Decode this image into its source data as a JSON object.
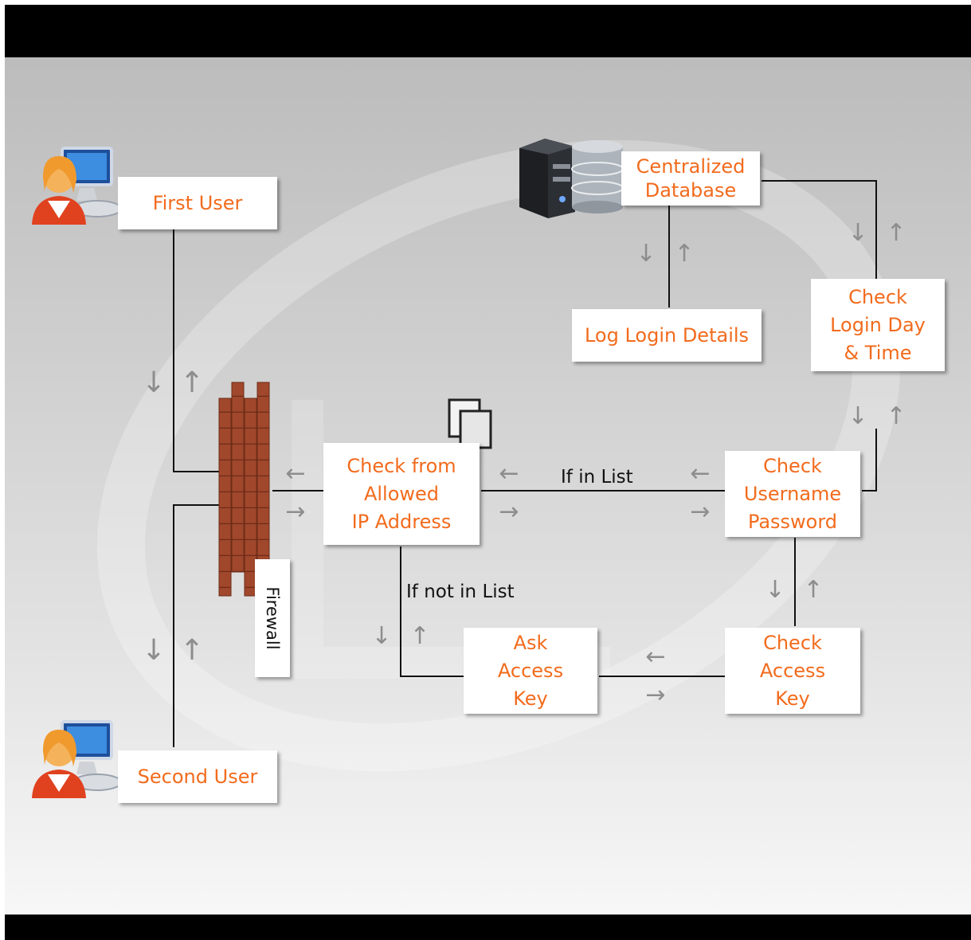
{
  "nodes": {
    "first_user": "First User",
    "second_user": "Second User",
    "centralized_database": "Centralized\nDatabase",
    "log_login_details": "Log Login Details",
    "check_login_day_time": "Check\nLogin Day\n& Time",
    "check_allowed_ip": "Check from\nAllowed\nIP Address",
    "check_username_password": "Check\nUsername\nPassword",
    "ask_access_key": "Ask\nAccess\nKey",
    "check_access_key": "Check\nAccess\nKey"
  },
  "labels": {
    "firewall": "Firewall",
    "if_in_list": "If in List",
    "if_not_in_list": "If not in List"
  },
  "arrows": {
    "down": "↓",
    "up": "↑",
    "left": "←",
    "right": "→"
  },
  "colors": {
    "node_text": "#f26b1d",
    "connector": "#111111",
    "arrow": "#8d8d8d",
    "brick": "#a0472c"
  }
}
